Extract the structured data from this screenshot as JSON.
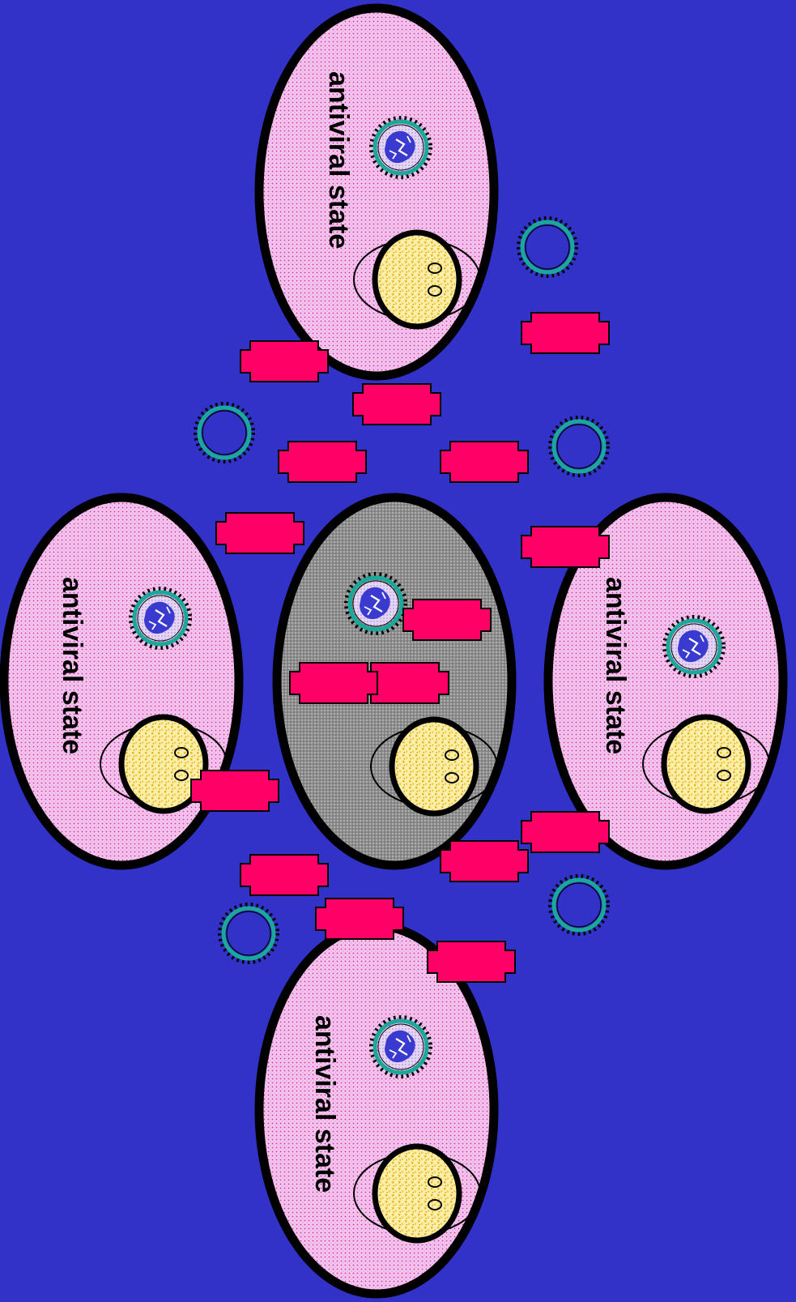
{
  "labels": {
    "cell_top": "antiviral state",
    "cell_left": "antiviral state",
    "cell_right": "antiviral state",
    "cell_bottom": "antiviral state"
  },
  "colors": {
    "background": "#3232c8",
    "antiviral_cell_fill": "#f4c6ee",
    "antiviral_cell_dots": "#cc33aa",
    "infected_cell_fill": "#8c8c8c",
    "nucleus_fill": "#f7e27a",
    "interferon": "#ff0066",
    "virus_capsid": "#1aa89a",
    "virus_core": "#3a3ad0",
    "outline": "#000000"
  },
  "icons": {
    "interferon": "interferon-molecule-icon",
    "virus": "virus-particle-icon"
  }
}
